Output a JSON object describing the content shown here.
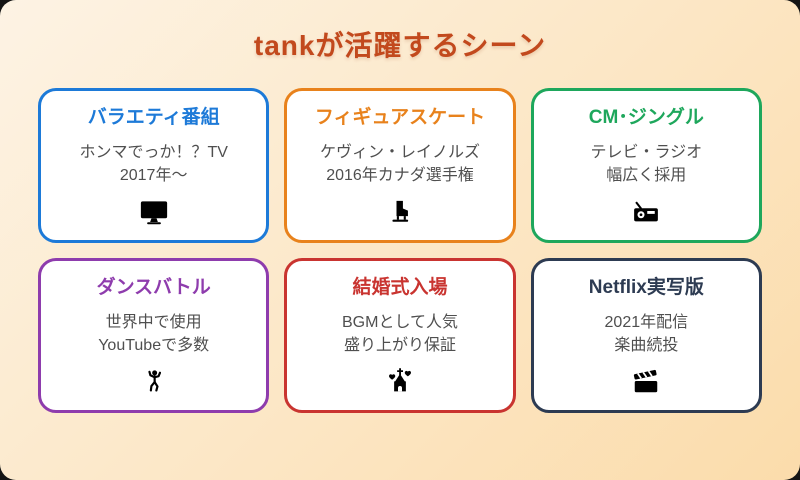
{
  "page": {
    "title": "tankが活躍するシーン",
    "title_color": "#c2491d",
    "background": {
      "from": "#fdf3e4",
      "to": "#fbdcab"
    },
    "card_background": "#ffffff",
    "body_text_color": "#4f4f4f"
  },
  "cards": [
    {
      "title": "バラエティ番組",
      "lines": [
        "ホンマでっか！？TV",
        "2017年〜"
      ],
      "icon": "tv-icon",
      "color": "#1d7ad8"
    },
    {
      "title": "フィギュアスケート",
      "lines": [
        "ケヴィン・レイノルズ",
        "2016年カナダ選手権"
      ],
      "icon": "ice-skate-icon",
      "color": "#e8821c"
    },
    {
      "title": "CM･ジングル",
      "lines": [
        "テレビ・ラジオ",
        "幅広く採用"
      ],
      "icon": "radio-icon",
      "color": "#1ea75c"
    },
    {
      "title": "ダンスバトル",
      "lines": [
        "世界中で使用",
        "YouTubeで多数"
      ],
      "icon": "dancer-icon",
      "color": "#8e3cad"
    },
    {
      "title": "結婚式入場",
      "lines": [
        "BGMとして人気",
        "盛り上がり保証"
      ],
      "icon": "wedding-chapel-icon",
      "color": "#c93430"
    },
    {
      "title": "Netflix実写版",
      "lines": [
        "2021年配信",
        "楽曲続投"
      ],
      "icon": "clapperboard-icon",
      "color": "#2d3b52"
    }
  ]
}
